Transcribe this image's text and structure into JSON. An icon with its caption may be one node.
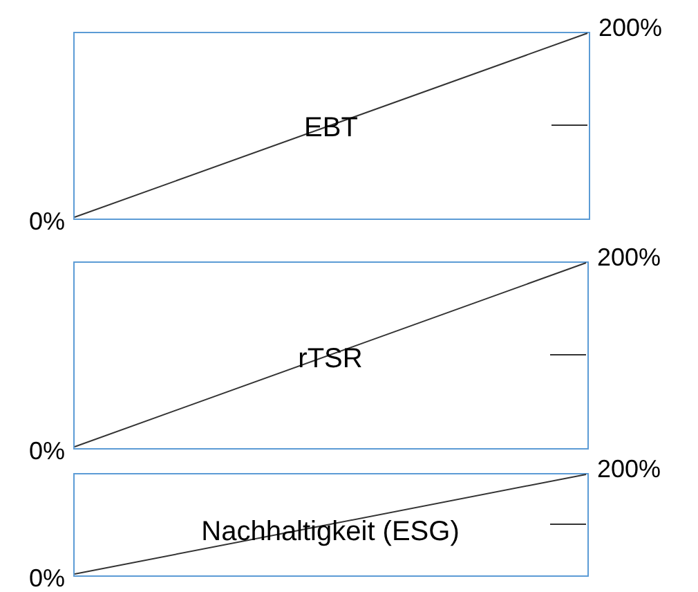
{
  "diagram": {
    "nodes": [
      {
        "text": [
          "EBT"
        ],
        "beside": [
          "0%",
          "200%"
        ]
      },
      {
        "text": [
          "rTSR"
        ],
        "beside": [
          "0%",
          "200%"
        ]
      },
      {
        "text": [
          "Nachhaltigkeit (ESG)"
        ],
        "beside": [
          "0%",
          "200%"
        ]
      }
    ]
  }
}
